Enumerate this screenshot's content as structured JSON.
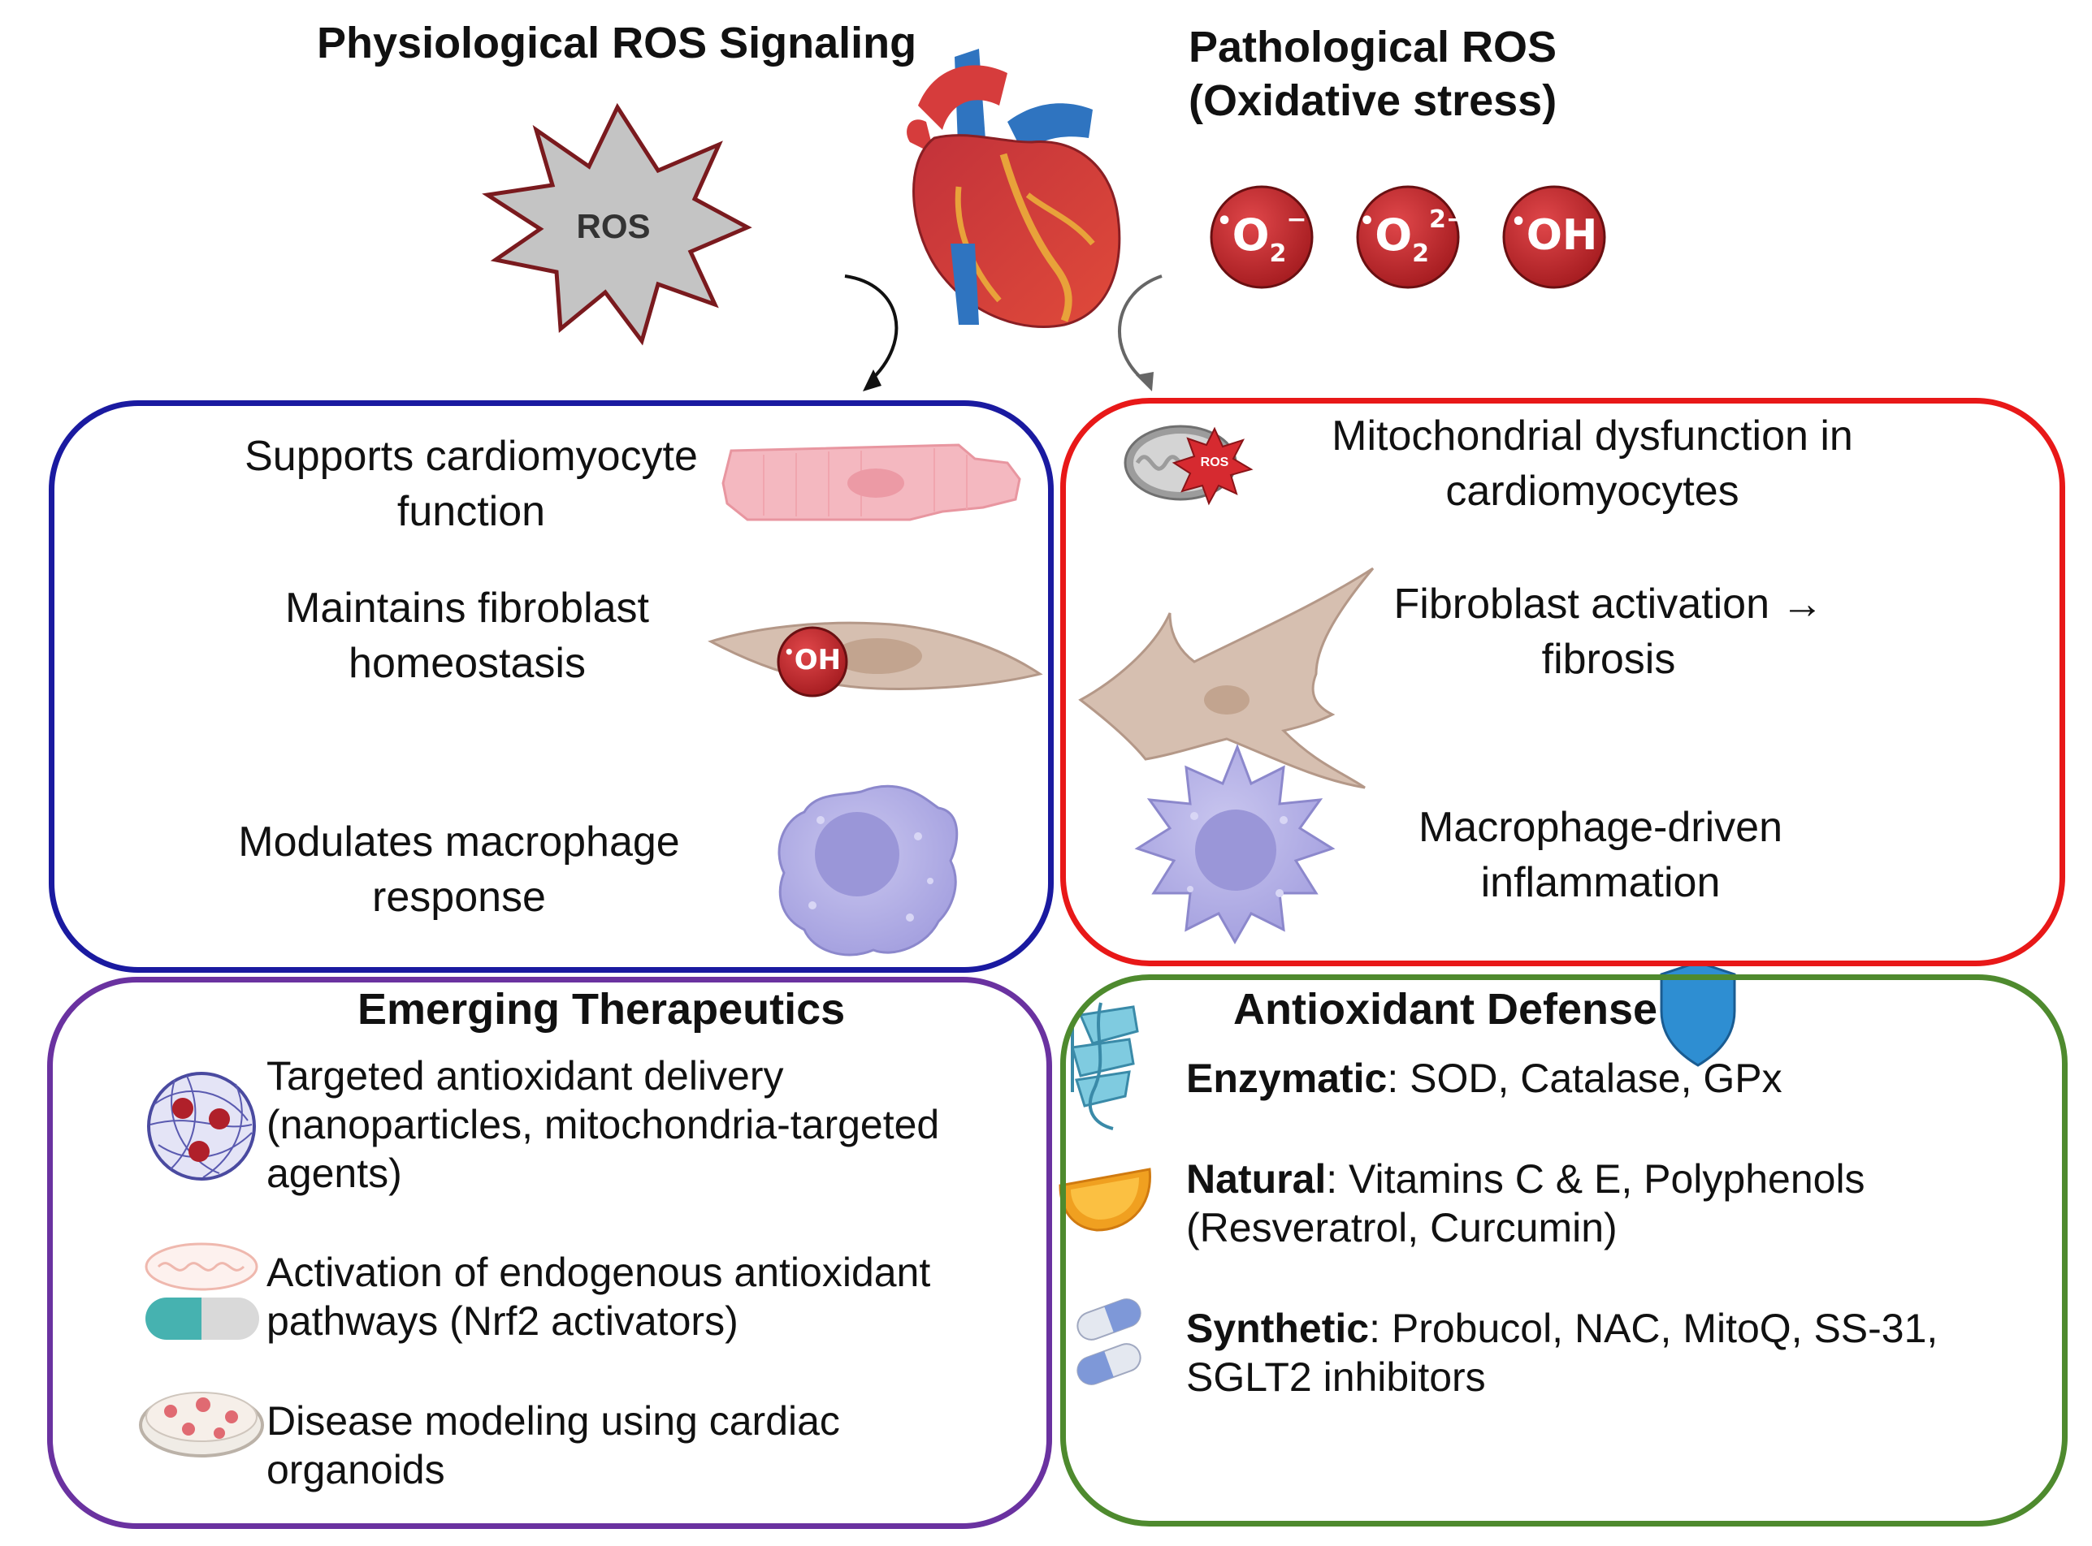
{
  "physiological": {
    "title": "Physiological ROS Signaling",
    "star_label": "ROS",
    "items": [
      "Supports cardiomyocyte function",
      "Maintains fibroblast homeostasis",
      "Modulates macrophage response"
    ],
    "hydroxyl_label": "•OH"
  },
  "pathological": {
    "title_line1": "Pathological ROS",
    "title_line2": "(Oxidative stress)",
    "species": [
      "•O2−",
      "•O2 2−",
      "•OH"
    ],
    "mito_label": "ROS",
    "items": [
      "Mitochondrial dysfunction in cardiomyocytes",
      "Fibroblast activation → fibrosis",
      "Macrophage-driven inflammation"
    ]
  },
  "therapeutics": {
    "title": "Emerging Therapeutics",
    "items": [
      "Targeted antioxidant delivery (nanoparticles, mitochondria-targeted agents)",
      "Activation of endogenous antioxidant pathways (Nrf2 activators)",
      "Disease modeling using cardiac organoids"
    ]
  },
  "antioxidant": {
    "title": "Antioxidant Defense",
    "items": [
      {
        "label": "Enzymatic",
        "text": ": SOD, Catalase, GPx"
      },
      {
        "label": "Natural",
        "text": ": Vitamins C & E, Polyphenols (Resveratrol, Curcumin)"
      },
      {
        "label": "Synthetic",
        "text": ": Probucol, NAC, MitoQ, SS-31, SGLT2 inhibitors"
      }
    ]
  },
  "colors": {
    "physiological_border": "#1a1aa0",
    "pathological_border": "#e81818",
    "therapeutics_border": "#6a32a0",
    "antioxidant_border": "#4e8a2e",
    "ros_sphere": "#c0282c"
  }
}
